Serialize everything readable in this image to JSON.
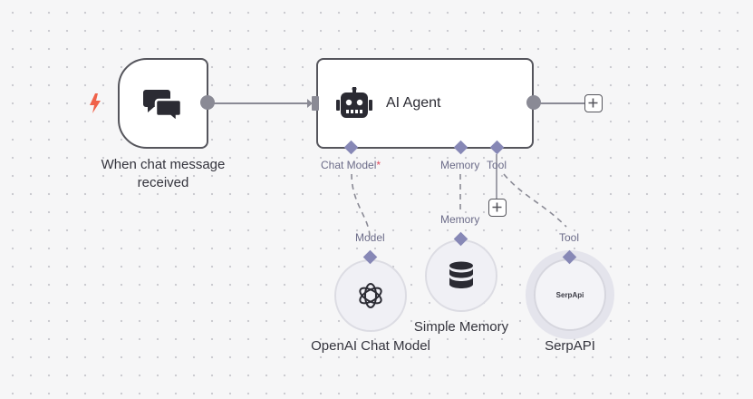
{
  "nodes": {
    "trigger": {
      "title": "When chat message received"
    },
    "agent": {
      "title": "AI Agent"
    },
    "openai": {
      "title": "OpenAI Chat Model",
      "port_label": "Model"
    },
    "memory": {
      "title": "Simple Memory",
      "port_label": "Memory"
    },
    "serpapi": {
      "title": "SerpAPI",
      "port_label": "Tool",
      "logo_text": "SerpApi"
    }
  },
  "agent_ports": {
    "chat_model": {
      "label": "Chat Model",
      "required_mark": "*"
    },
    "memory": {
      "label": "Memory"
    },
    "tool": {
      "label": "Tool"
    }
  },
  "icons": {
    "trigger_bolt": "lightning-bolt-icon",
    "trigger_node": "chat-bubbles-icon",
    "agent_node": "robot-icon",
    "openai_node": "openai-logo-icon",
    "memory_node": "database-icon",
    "plus": "plus-icon"
  },
  "colors": {
    "canvas_bg": "#f6f6f7",
    "node_border": "#55555c",
    "connection": "#8a8a95",
    "sub_port": "#8788b6",
    "trigger_bolt": "#f0624a",
    "required": "#e0475b"
  }
}
